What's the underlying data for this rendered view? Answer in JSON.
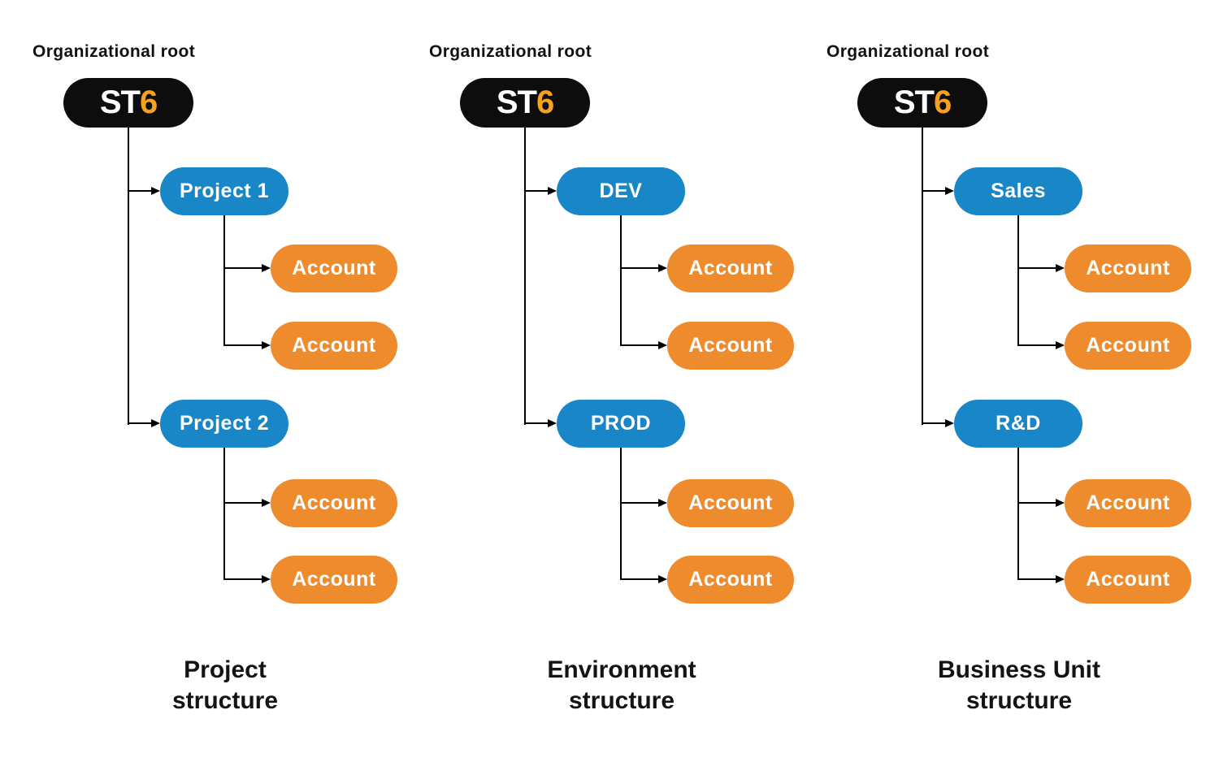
{
  "diagram": {
    "title_hint": "AWS-style organization structures",
    "colors": {
      "root_fill": "#0d0d0d",
      "child_fill": "#1886c7",
      "account_fill": "#ee8b2d",
      "logo_accent": "#f7a21e",
      "connector": "#000000",
      "text": "#111111"
    },
    "columns": [
      {
        "root_label": "Organizational root",
        "logo_st": "ST",
        "logo_six": "6",
        "children": [
          {
            "label": "Project 1",
            "accounts": [
              "Account",
              "Account"
            ]
          },
          {
            "label": "Project 2",
            "accounts": [
              "Account",
              "Account"
            ]
          }
        ],
        "caption_line1": "Project",
        "caption_line2": "structure"
      },
      {
        "root_label": "Organizational root",
        "logo_st": "ST",
        "logo_six": "6",
        "children": [
          {
            "label": "DEV",
            "accounts": [
              "Account",
              "Account"
            ]
          },
          {
            "label": "PROD",
            "accounts": [
              "Account",
              "Account"
            ]
          }
        ],
        "caption_line1": "Environment",
        "caption_line2": "structure"
      },
      {
        "root_label": "Organizational root",
        "logo_st": "ST",
        "logo_six": "6",
        "children": [
          {
            "label": "Sales",
            "accounts": [
              "Account",
              "Account"
            ]
          },
          {
            "label": "R&D",
            "accounts": [
              "Account",
              "Account"
            ]
          }
        ],
        "caption_line1": "Business Unit",
        "caption_line2": "structure"
      }
    ]
  }
}
